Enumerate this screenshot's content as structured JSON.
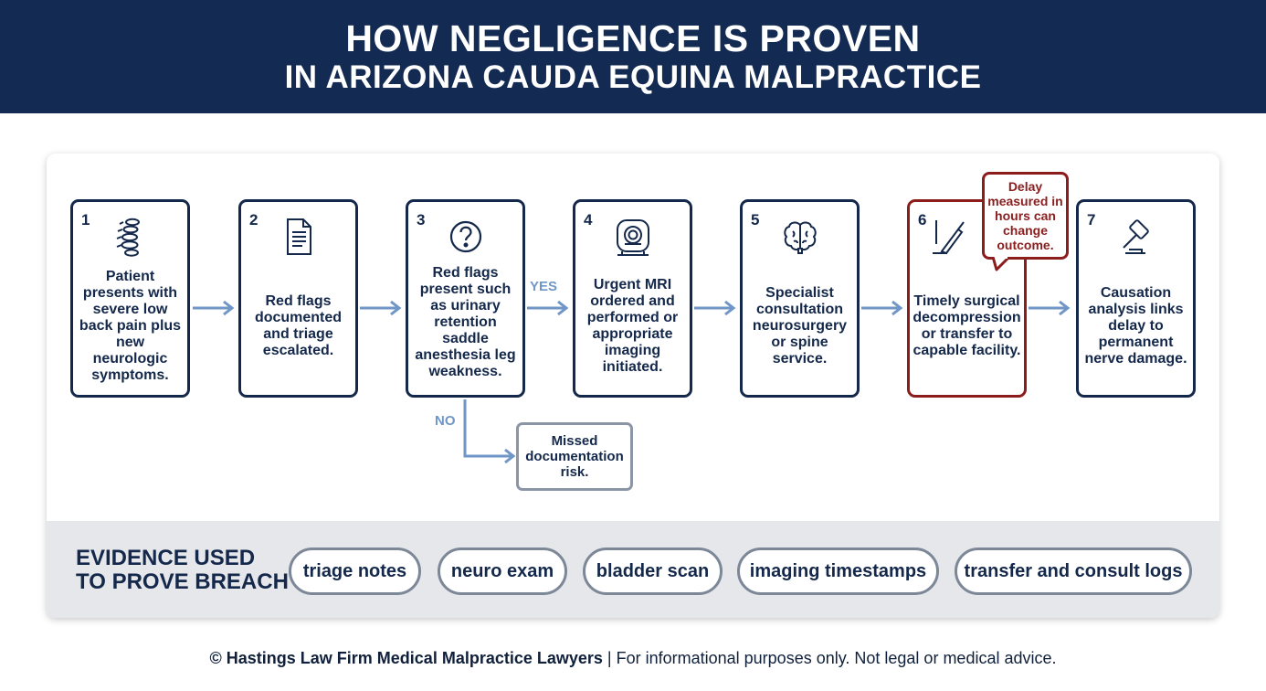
{
  "header": {
    "title_line1": "HOW NEGLIGENCE IS PROVEN",
    "title_line2": "IN ARIZONA CAUDA EQUINA MALPRACTICE"
  },
  "steps": [
    {
      "num": "1",
      "icon": "spine-icon",
      "text": "Patient presents with severe low back pain plus new neurologic symptoms."
    },
    {
      "num": "2",
      "icon": "document-icon",
      "text": "Red flags documented and triage escalated."
    },
    {
      "num": "3",
      "icon": "question-icon",
      "text": "Red flags present such as urinary retention saddle anesthesia leg weakness."
    },
    {
      "num": "4",
      "icon": "mri-scanner-icon",
      "text": "Urgent MRI ordered and performed or appropriate imaging initiated."
    },
    {
      "num": "5",
      "icon": "brain-icon",
      "text": "Specialist consultation neurosurgery or spine service."
    },
    {
      "num": "6",
      "icon": "scalpel-icon",
      "text": "Timely surgical decompression or transfer to capable facility."
    },
    {
      "num": "7",
      "icon": "gavel-icon",
      "text": "Causation analysis links delay to permanent nerve damage."
    }
  ],
  "branch": {
    "yes_label": "YES",
    "no_label": "NO",
    "missed_text": "Missed documentation risk."
  },
  "callout": {
    "text": "Delay measured in hours can change outcome."
  },
  "evidence": {
    "title_line1": "EVIDENCE USED",
    "title_line2": "TO PROVE BREACH",
    "items": [
      "triage notes",
      "neuro exam",
      "bladder scan",
      "imaging timestamps",
      "transfer and consult logs"
    ]
  },
  "footer": {
    "firm": "© Hastings Law Firm Medical Malpractice Lawyers",
    "disclaimer": " | For informational purposes only. Not legal or medical advice."
  },
  "colors": {
    "navy": "#132a52",
    "alert_red": "#8c1d1d",
    "arrow_blue": "#6f96c7",
    "evidence_bg": "#e6e7ea"
  }
}
